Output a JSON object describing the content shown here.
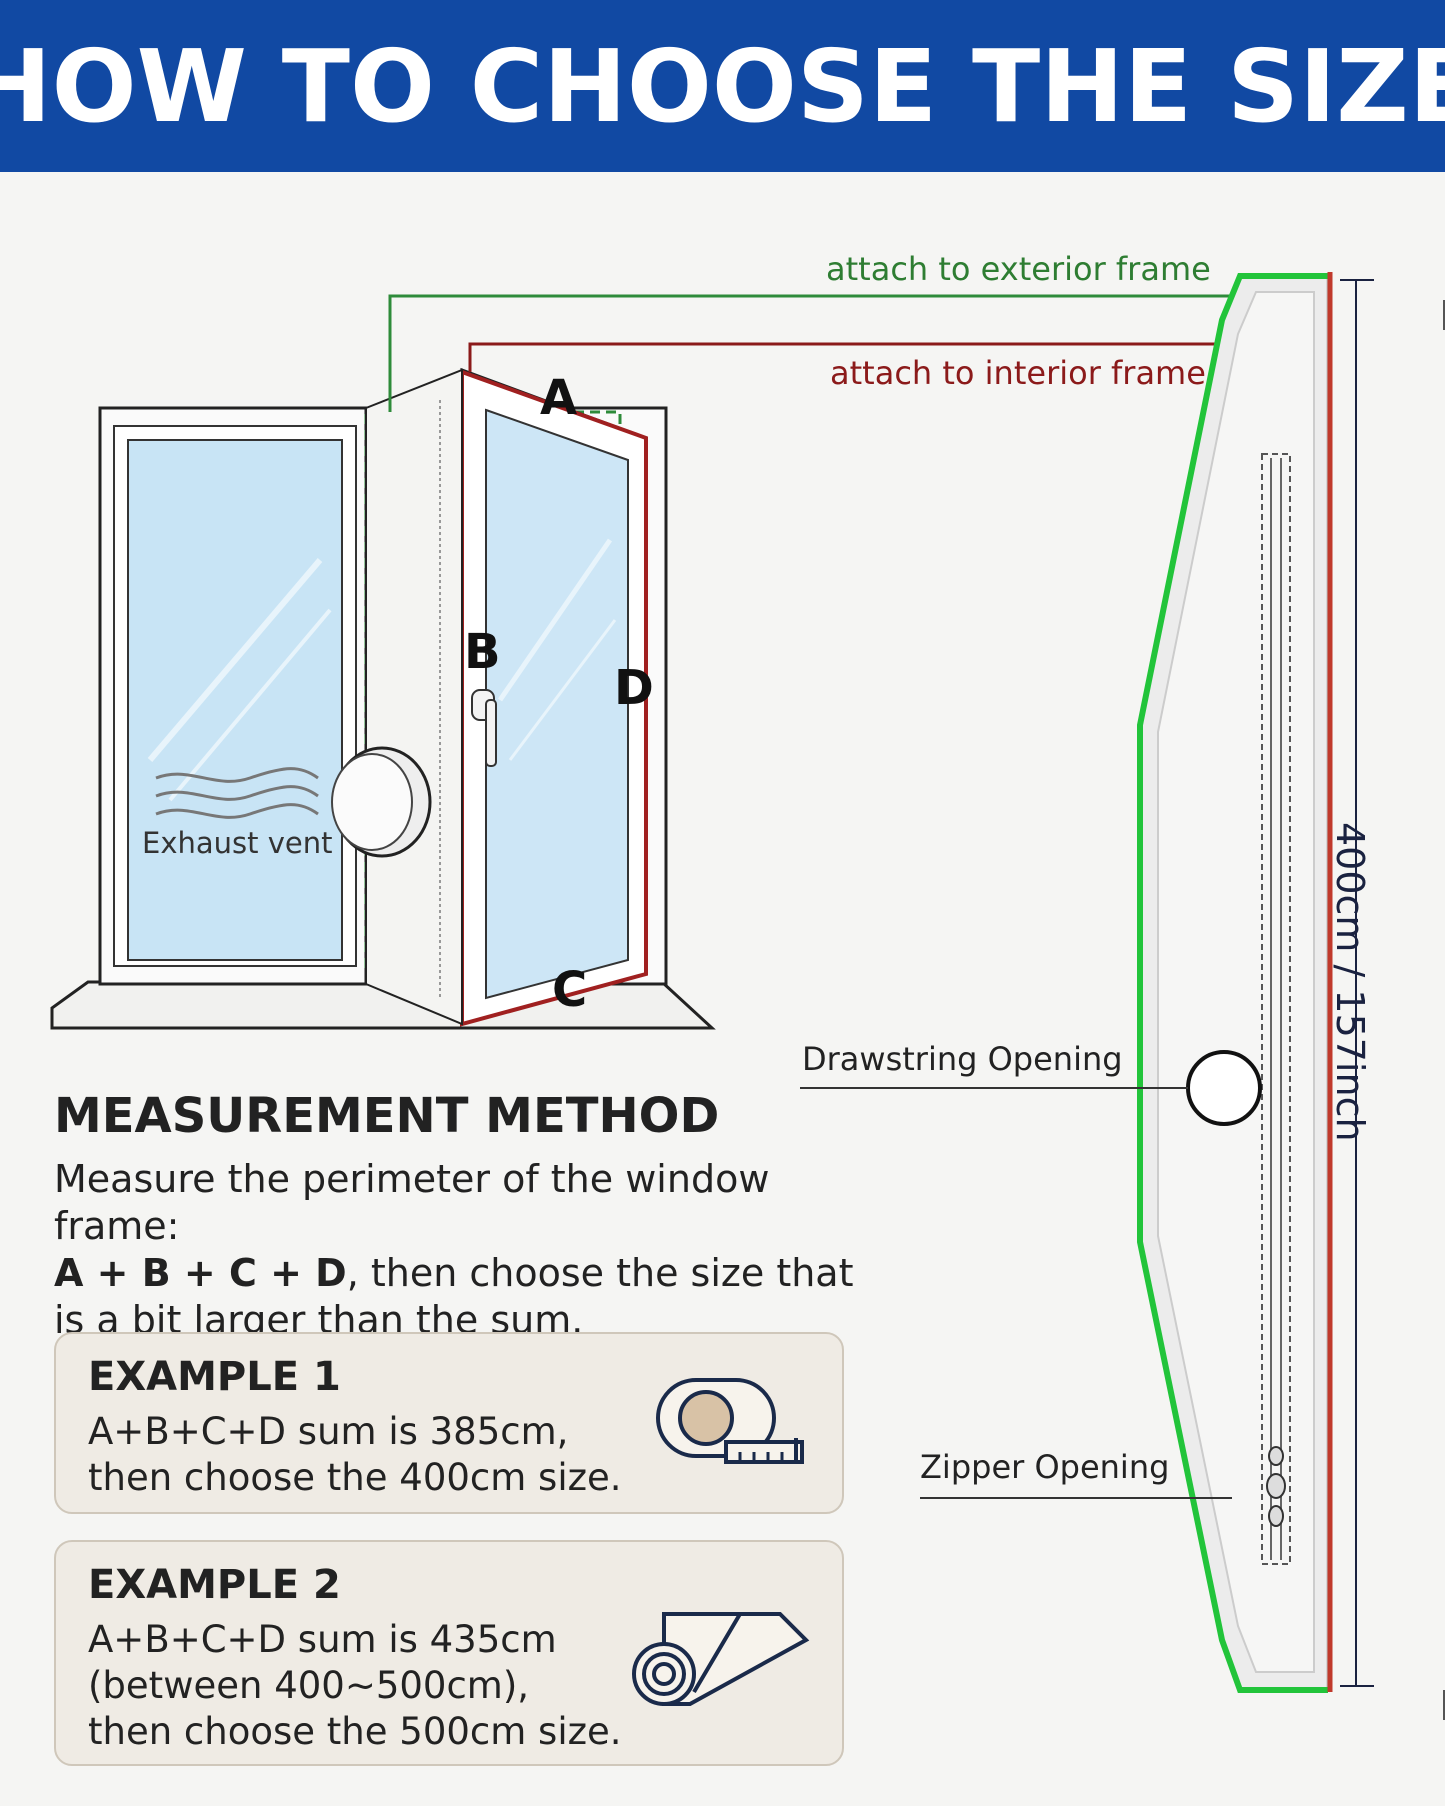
{
  "header": {
    "title": "HOW TO CHOOSE THE SIZE"
  },
  "colors": {
    "header_bg": "#1149a3",
    "exterior_green": "#2e8b3a",
    "interior_red": "#8b1a1a",
    "panel_green": "#22c43a",
    "panel_red": "#c0392b"
  },
  "labels": {
    "exterior_frame": "attach to exterior frame",
    "interior_frame": "attach to interior frame",
    "exhaust_vent": "Exhaust vent",
    "drawstring_opening": "Drawstring Opening",
    "zipper_opening": "Zipper Opening",
    "panel_length": "400cm / 157inch",
    "side_a": "A",
    "side_b": "B",
    "side_c": "C",
    "side_d": "D"
  },
  "method": {
    "title": "MEASUREMENT METHOD",
    "line1": "Measure the perimeter of the window frame:",
    "formula": "A + B + C + D",
    "line2_rest": ", then choose the size that",
    "line3": "is a bit larger than the sum."
  },
  "examples": [
    {
      "title": "EXAMPLE 1",
      "lines": [
        "A+B+C+D sum is 385cm,",
        "then choose the 400cm size."
      ],
      "icon": "tape-measure-icon"
    },
    {
      "title": "EXAMPLE 2",
      "lines": [
        "A+B+C+D sum is 435cm",
        "(between 400~500cm),",
        "then choose the 500cm size."
      ],
      "icon": "fabric-roll-icon"
    }
  ]
}
